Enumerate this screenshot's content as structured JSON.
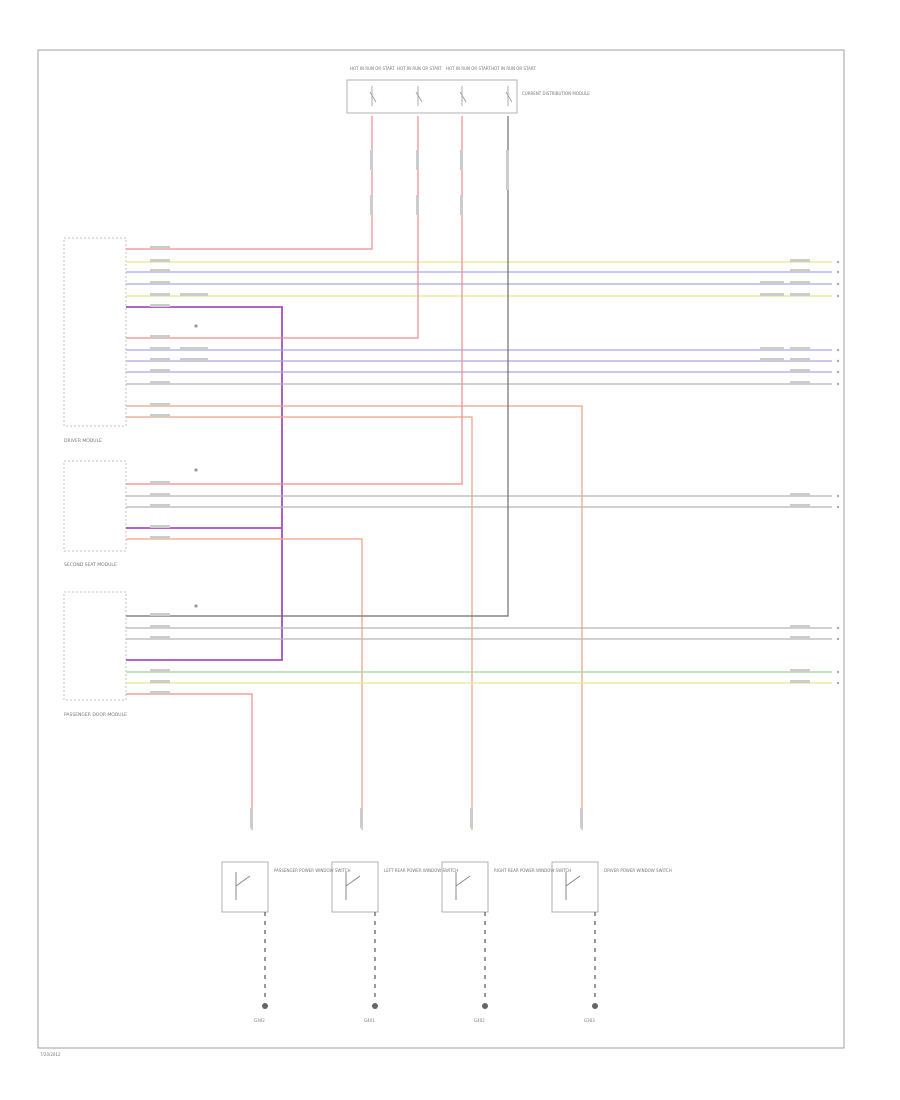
{
  "colors": {
    "red": "#f08a8a",
    "yellow": "#e8e890",
    "blue": "#a6a6ee",
    "purple": "#a64ec4",
    "grey": "#b4b4b4",
    "orange": "#f0a080",
    "green": "#98dc98",
    "black": "#6e6e6e",
    "outline": "#b0b0b0"
  },
  "fuse_box": {
    "fuses": [
      "HOT IN RUN OR START",
      "HOT IN RUN OR START",
      "HOT IN RUN OR START",
      "HOT IN RUN OR START"
    ],
    "label": "CURRENT DISTRIBUTION MODULE"
  },
  "modules": [
    {
      "name": "DRIVER MODULE",
      "id": "M1"
    },
    {
      "name": "SECOND SEAT MODULE",
      "id": "M2"
    },
    {
      "name": "PASSENGER DOOR MODULE",
      "id": "M3"
    }
  ],
  "switches": [
    {
      "label": "PASSENGER POWER WINDOW SWITCH"
    },
    {
      "label": "LEFT REAR POWER WINDOW SWITCH"
    },
    {
      "label": "RIGHT REAR POWER WINDOW SWITCH"
    },
    {
      "label": "DRIVER POWER WINDOW SWITCH"
    }
  ],
  "grounds": [
    {
      "label": "G302"
    },
    {
      "label": "G401"
    },
    {
      "label": "G402"
    },
    {
      "label": "G303"
    }
  ],
  "footer": "7/20/2012"
}
